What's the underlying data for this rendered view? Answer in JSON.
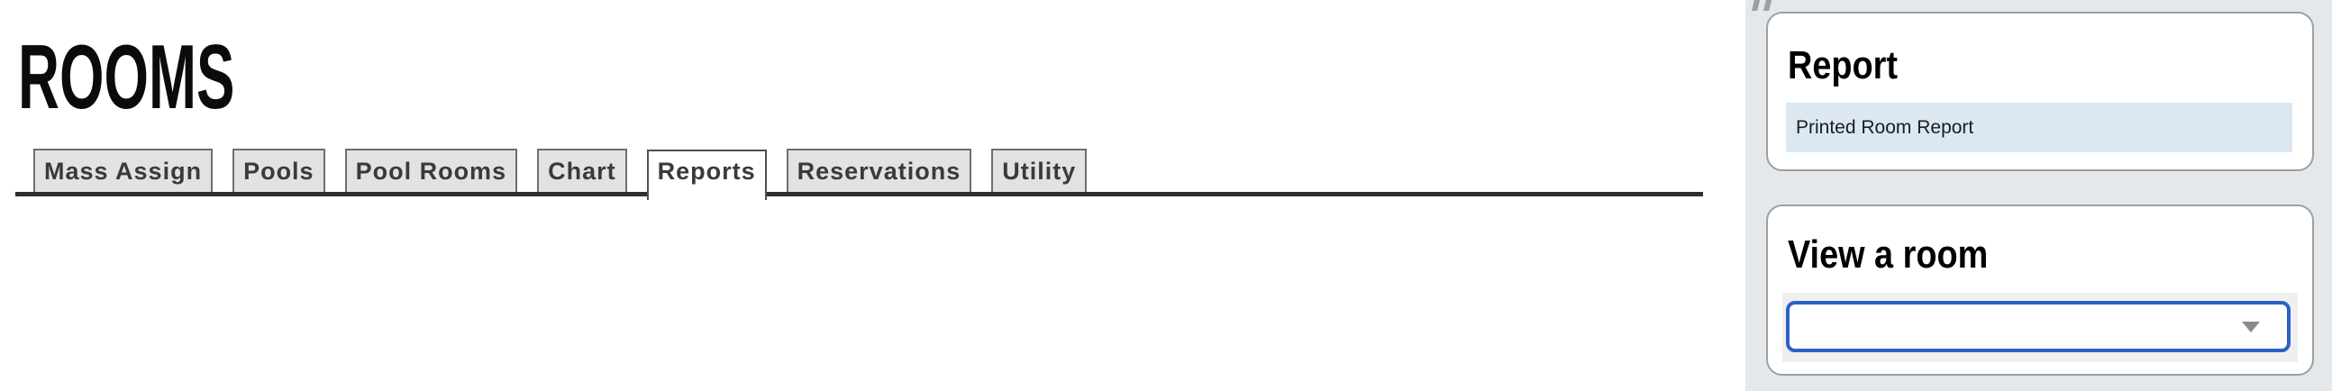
{
  "page": {
    "title": "ROOMS"
  },
  "tabs": {
    "items": [
      {
        "label": "Mass Assign",
        "active": false
      },
      {
        "label": "Pools",
        "active": false
      },
      {
        "label": "Pool Rooms",
        "active": false
      },
      {
        "label": "Chart",
        "active": false
      },
      {
        "label": "Reports",
        "active": true
      },
      {
        "label": "Reservations",
        "active": false
      },
      {
        "label": "Utility",
        "active": false
      }
    ]
  },
  "sidebar": {
    "collapse_icon": "double-chevron",
    "report_panel": {
      "title": "Report",
      "link_label": "Printed Room Report"
    },
    "view_room_panel": {
      "title": "View a room",
      "select_value": ""
    }
  },
  "colors": {
    "select_border_blue": "#2b61c6",
    "report_link_bg": "#dbe7f1",
    "sidebar_bg": "#e4e8ea",
    "tab_bg": "#e2e2e2",
    "tab_underline": "#2f2f2f",
    "panel_border": "#9aa0a4"
  }
}
